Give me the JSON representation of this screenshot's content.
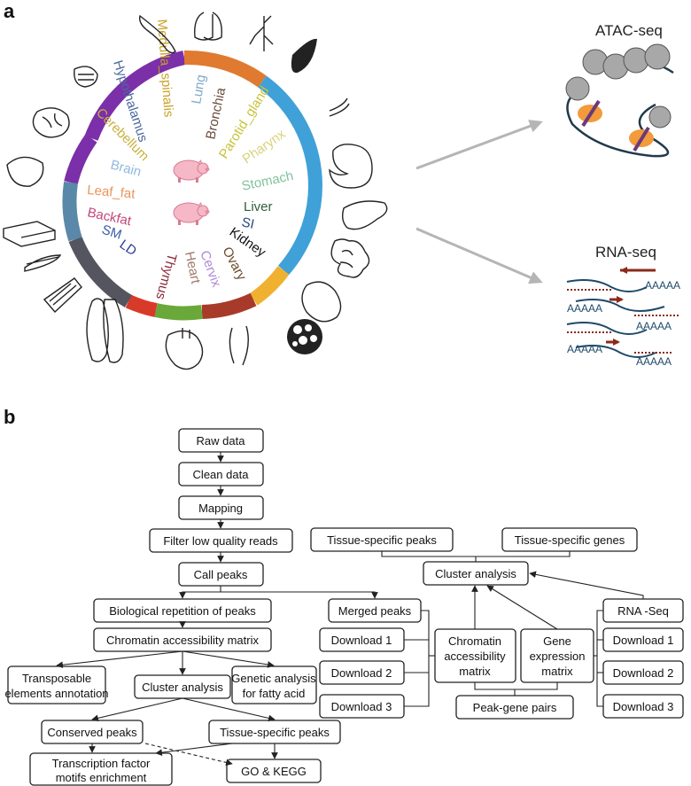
{
  "panel_a": {
    "label": "a",
    "tissues": [
      {
        "name": "Hypothalamus",
        "color": "#4a6a9c"
      },
      {
        "name": "Medulla_spinalis",
        "color": "#c9a227"
      },
      {
        "name": "Cerebellum",
        "color": "#c8b23c"
      },
      {
        "name": "Lung",
        "color": "#7fa9c9"
      },
      {
        "name": "Bronchia",
        "color": "#6b4a3a"
      },
      {
        "name": "Parotid_gland",
        "color": "#c8c23a"
      },
      {
        "name": "Pharynx",
        "color": "#d8d27a"
      },
      {
        "name": "Brain",
        "color": "#8fb8de"
      },
      {
        "name": "Stomach",
        "color": "#7fc29b"
      },
      {
        "name": "Leaf_fat",
        "color": "#e8955a"
      },
      {
        "name": "Liver",
        "color": "#2e5e3a"
      },
      {
        "name": "Backfat",
        "color": "#c2457a"
      },
      {
        "name": "SI",
        "color": "#2a4a7a"
      },
      {
        "name": "SM",
        "color": "#3a5aa8"
      },
      {
        "name": "Kidney",
        "color": "#111111"
      },
      {
        "name": "LD",
        "color": "#2a3a9a"
      },
      {
        "name": "Ovary",
        "color": "#6b4a2a"
      },
      {
        "name": "Thymus",
        "color": "#8a2a3a"
      },
      {
        "name": "Heart",
        "color": "#a07a6a"
      },
      {
        "name": "Cervix",
        "color": "#b088d8"
      }
    ],
    "ring_colors": [
      "#7b2fa8",
      "#e07a30",
      "#3fa1d8",
      "#f0b030",
      "#a83a2a",
      "#6aa83a",
      "#d83a2a",
      "#55555f",
      "#5a88a8"
    ],
    "atac_title": "ATAC-seq",
    "rna_title": "RNA-seq",
    "polyA": [
      "AAAAA",
      "AAAAA",
      "AAAAA",
      "AAAAA",
      "AAAAA"
    ]
  },
  "panel_b": {
    "label": "b",
    "boxes": {
      "raw": "Raw data",
      "clean": "Clean data",
      "mapping": "Mapping",
      "filter": "Filter low quality reads",
      "call": "Call  peaks",
      "bio_rep": "Biological repetition of peaks",
      "merged": "Merged peaks",
      "chrom_mat": "Chromatin accessibility matrix",
      "te_l1": "Transposable",
      "te_l2": "elements annotation",
      "cluster_left": "Cluster analysis",
      "gen_l1": "Genetic analysis",
      "gen_l2": "for fatty acid",
      "conserved": "Conserved peaks",
      "tissue_peaks_left": "Tissue-specific peaks",
      "tf_l1": "Transcription factor",
      "tf_l2": "motifs enrichment",
      "go": "GO & KEGG",
      "dl1": "Download 1",
      "dl2": "Download 2",
      "dl3": "Download 3",
      "tissue_peaks_right": "Tissue-specific peaks",
      "tissue_genes": "Tissue-specific genes",
      "cluster_right": "Cluster analysis",
      "ca_l1": "Chromatin",
      "ca_l2": "accessibility",
      "ca_l3": "matrix",
      "ge_l1": "Gene",
      "ge_l2": "expression",
      "ge_l3": "matrix",
      "rna": "RNA -Seq",
      "rdl1": "Download 1",
      "rdl2": "Download 2",
      "rdl3": "Download 3",
      "pairs": "Peak-gene pairs"
    }
  }
}
